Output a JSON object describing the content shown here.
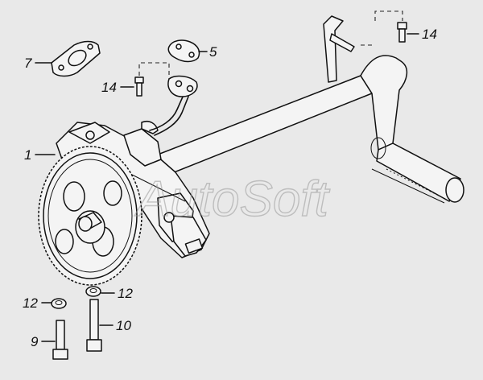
{
  "callouts": {
    "c1": "1",
    "c5": "5",
    "c7": "7",
    "c9": "9",
    "c10": "10",
    "c12a": "12",
    "c12b": "12",
    "c14a": "14",
    "c14b": "14"
  },
  "watermark": "AutoSoft"
}
